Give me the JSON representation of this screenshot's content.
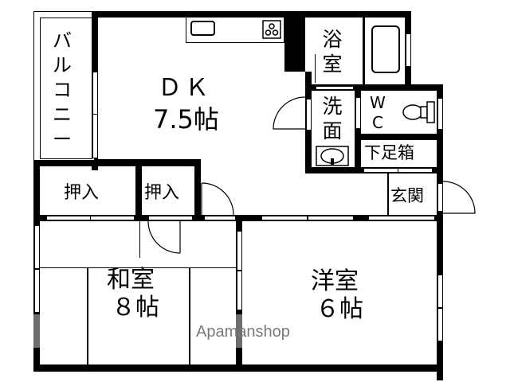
{
  "floorplan": {
    "rooms": {
      "balcony": {
        "label": "バルコニー"
      },
      "dk": {
        "name": "ＤＫ",
        "size": "7.5帖"
      },
      "bath": {
        "label": "浴室"
      },
      "washroom": {
        "label": "洗面"
      },
      "wc": {
        "line1": "W",
        "line2": "C"
      },
      "shoe_cabinet": {
        "label": "下足箱"
      },
      "entrance": {
        "label": "玄関"
      },
      "closet_1": {
        "label": "押入"
      },
      "closet_2": {
        "label": "押入"
      },
      "japanese_room": {
        "name": "和室",
        "size": "８帖"
      },
      "western_room": {
        "name": "洋室",
        "size": "６帖"
      }
    },
    "watermark": "Apamanshop",
    "colors": {
      "wall": "#000000",
      "background": "#ffffff",
      "watermark": "#7a7a7a"
    }
  }
}
